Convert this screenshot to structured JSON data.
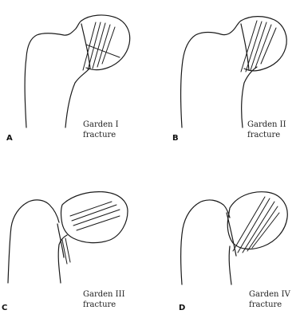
{
  "panels": [
    {
      "letter": "A",
      "caption_line1": "Garden I",
      "caption_line2": "fracture"
    },
    {
      "letter": "B",
      "caption_line1": "Garden II",
      "caption_line2": "fracture"
    },
    {
      "letter": "C",
      "caption_line1": "Garden III",
      "caption_line2": "fracture"
    },
    {
      "letter": "D",
      "caption_line1": "Garden IV",
      "caption_line2": "fracture"
    }
  ],
  "colors": {
    "line": "#1a1a1a",
    "background": "#ffffff"
  }
}
